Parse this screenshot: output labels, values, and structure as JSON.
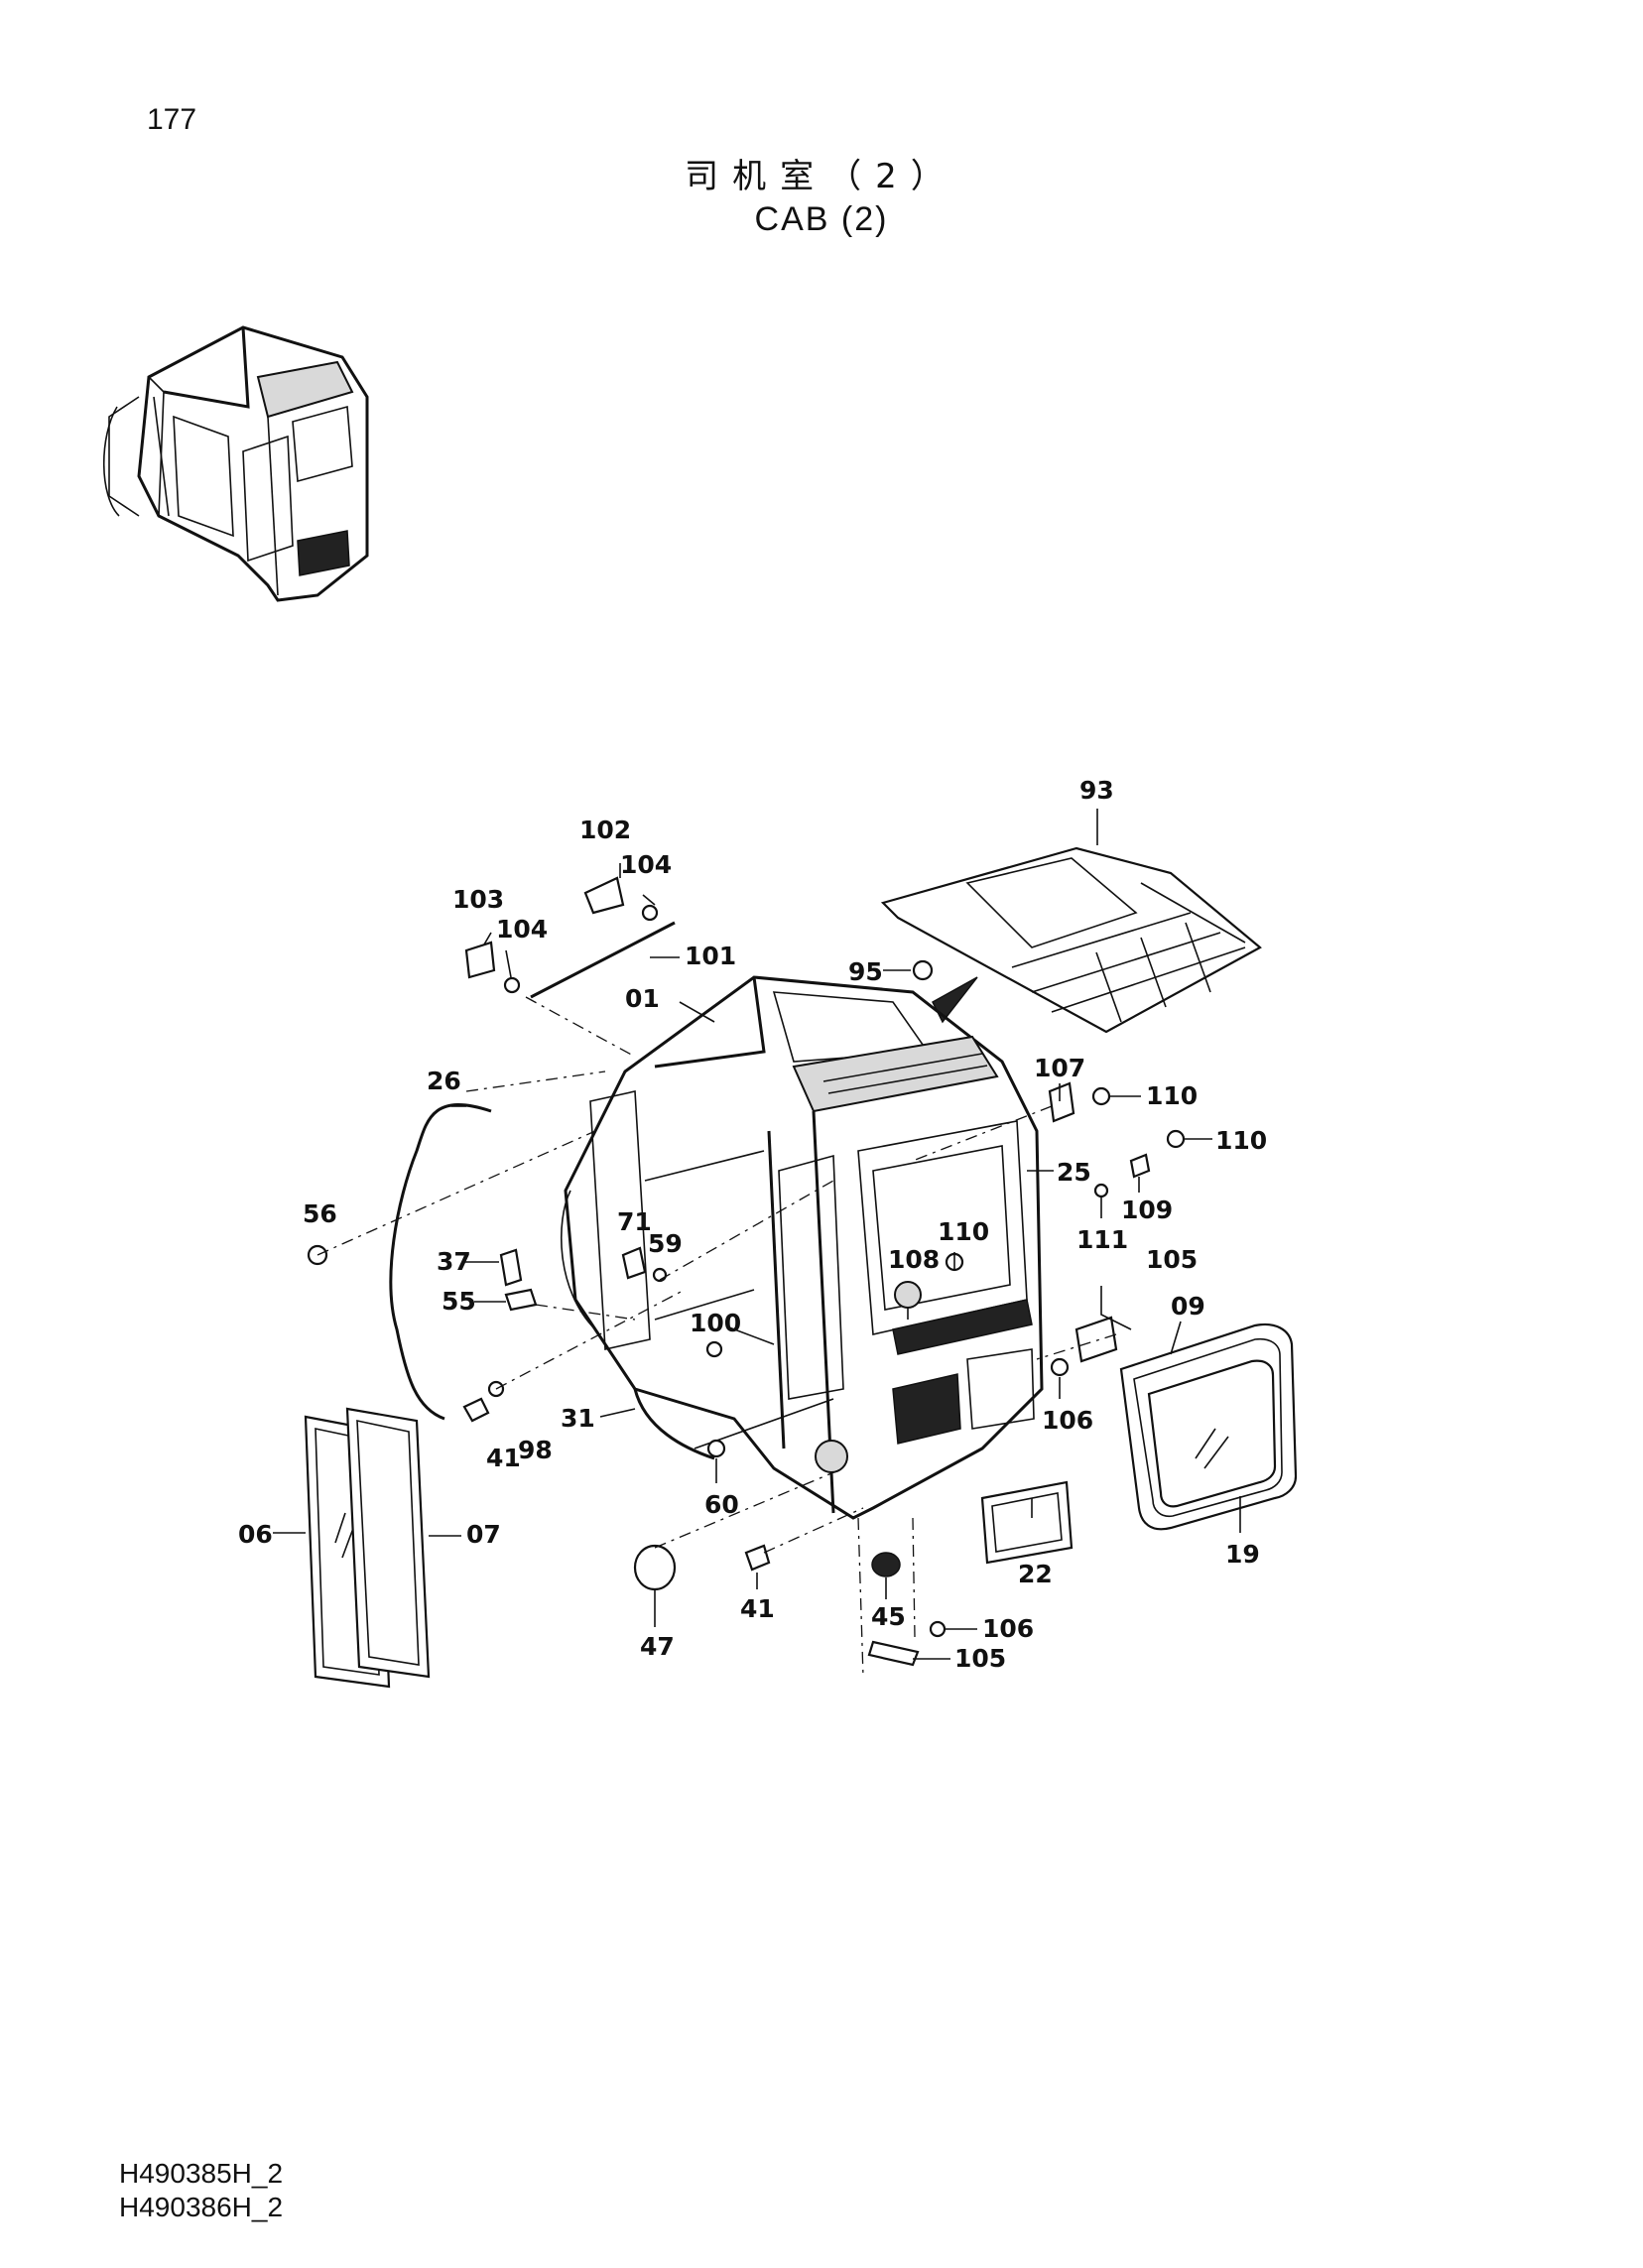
{
  "page": {
    "number": "177",
    "title_cn": "司机室（2）",
    "title_en": "CAB (2)",
    "doc_codes": [
      "H490385H_2",
      "H490386H_2"
    ]
  },
  "diagram": {
    "callouts": {
      "c93": "93",
      "c95": "95",
      "c102": "102",
      "c104a": "104",
      "c103": "103",
      "c104b": "104",
      "c101": "101",
      "c01": "01",
      "c26": "26",
      "c56": "56",
      "c37": "37",
      "c55": "55",
      "c71": "71",
      "c59": "59",
      "c100": "100",
      "c31": "31",
      "c41a": "41",
      "c98": "98",
      "c60": "60",
      "c06": "06",
      "c07": "07",
      "c47": "47",
      "c41b": "41",
      "c45": "45",
      "c106a": "106",
      "c105a": "105",
      "c22": "22",
      "c19": "19",
      "c09": "09",
      "c105b": "105",
      "c106b": "106",
      "c107": "107",
      "c110a": "110",
      "c110b": "110",
      "c25": "25",
      "c109": "109",
      "c111": "111",
      "c108": "108",
      "c110c": "110"
    }
  },
  "colors": {
    "ink": "#111111",
    "paper": "#ffffff",
    "shade": "#d9d9d9"
  }
}
